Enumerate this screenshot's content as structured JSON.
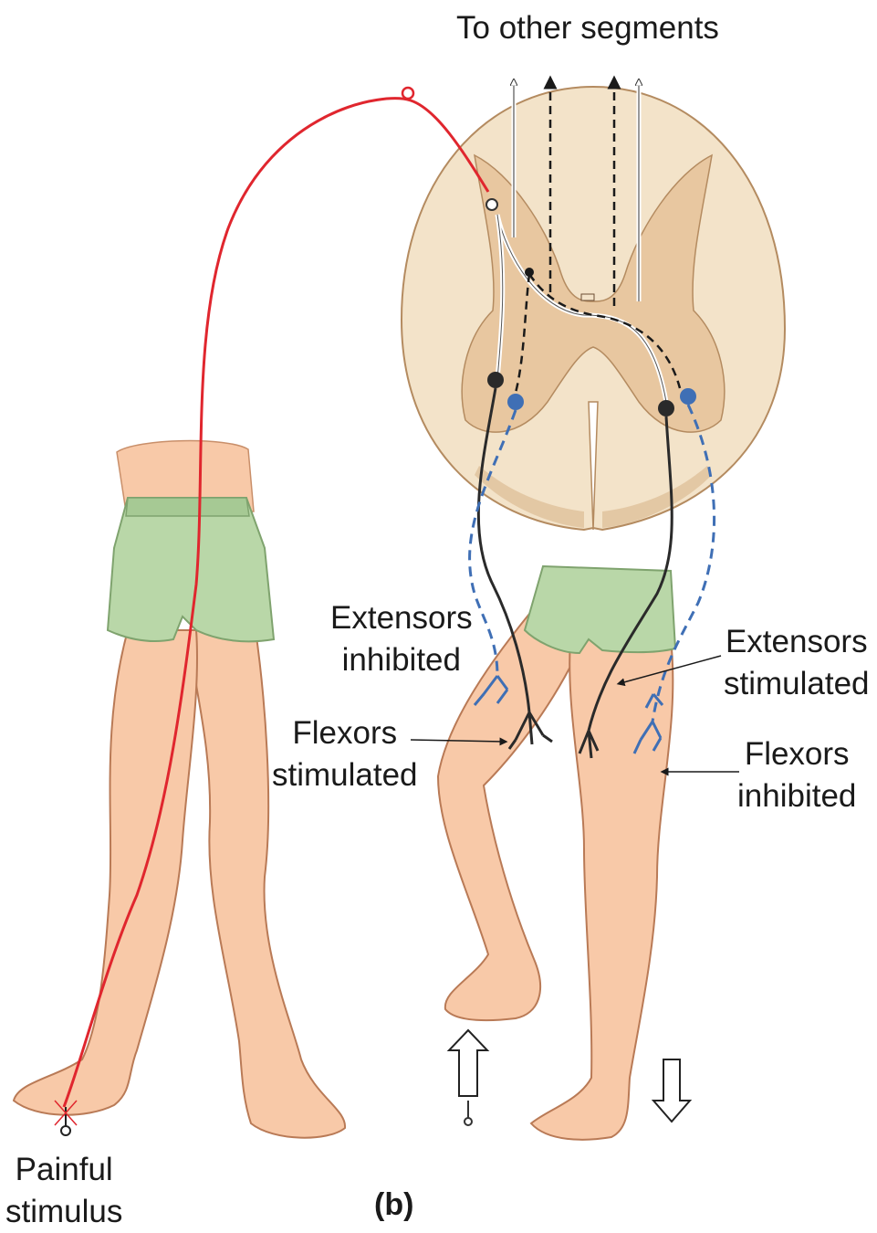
{
  "figure": {
    "panel_label": "(b)",
    "labels": {
      "to_other_segments": "To other segments",
      "extensors_inhibited": [
        "Extensors",
        "inhibited"
      ],
      "extensors_stimulated": [
        "Extensors",
        "stimulated"
      ],
      "flexors_stimulated": [
        "Flexors",
        "stimulated"
      ],
      "flexors_inhibited": [
        "Flexors",
        "inhibited"
      ],
      "painful_stimulus": [
        "Painful",
        "stimulus"
      ]
    },
    "colors": {
      "sensory_neuron": "#e0262e",
      "excitatory_motor_neuron": "#2a2a2a",
      "inhibited_pathway": "#3f6fb5",
      "gray_matter": "#e8c7a0",
      "white_matter": "#f3e3c9",
      "skin": "#f8c9a8",
      "shorts": "#b9d7a8"
    }
  }
}
